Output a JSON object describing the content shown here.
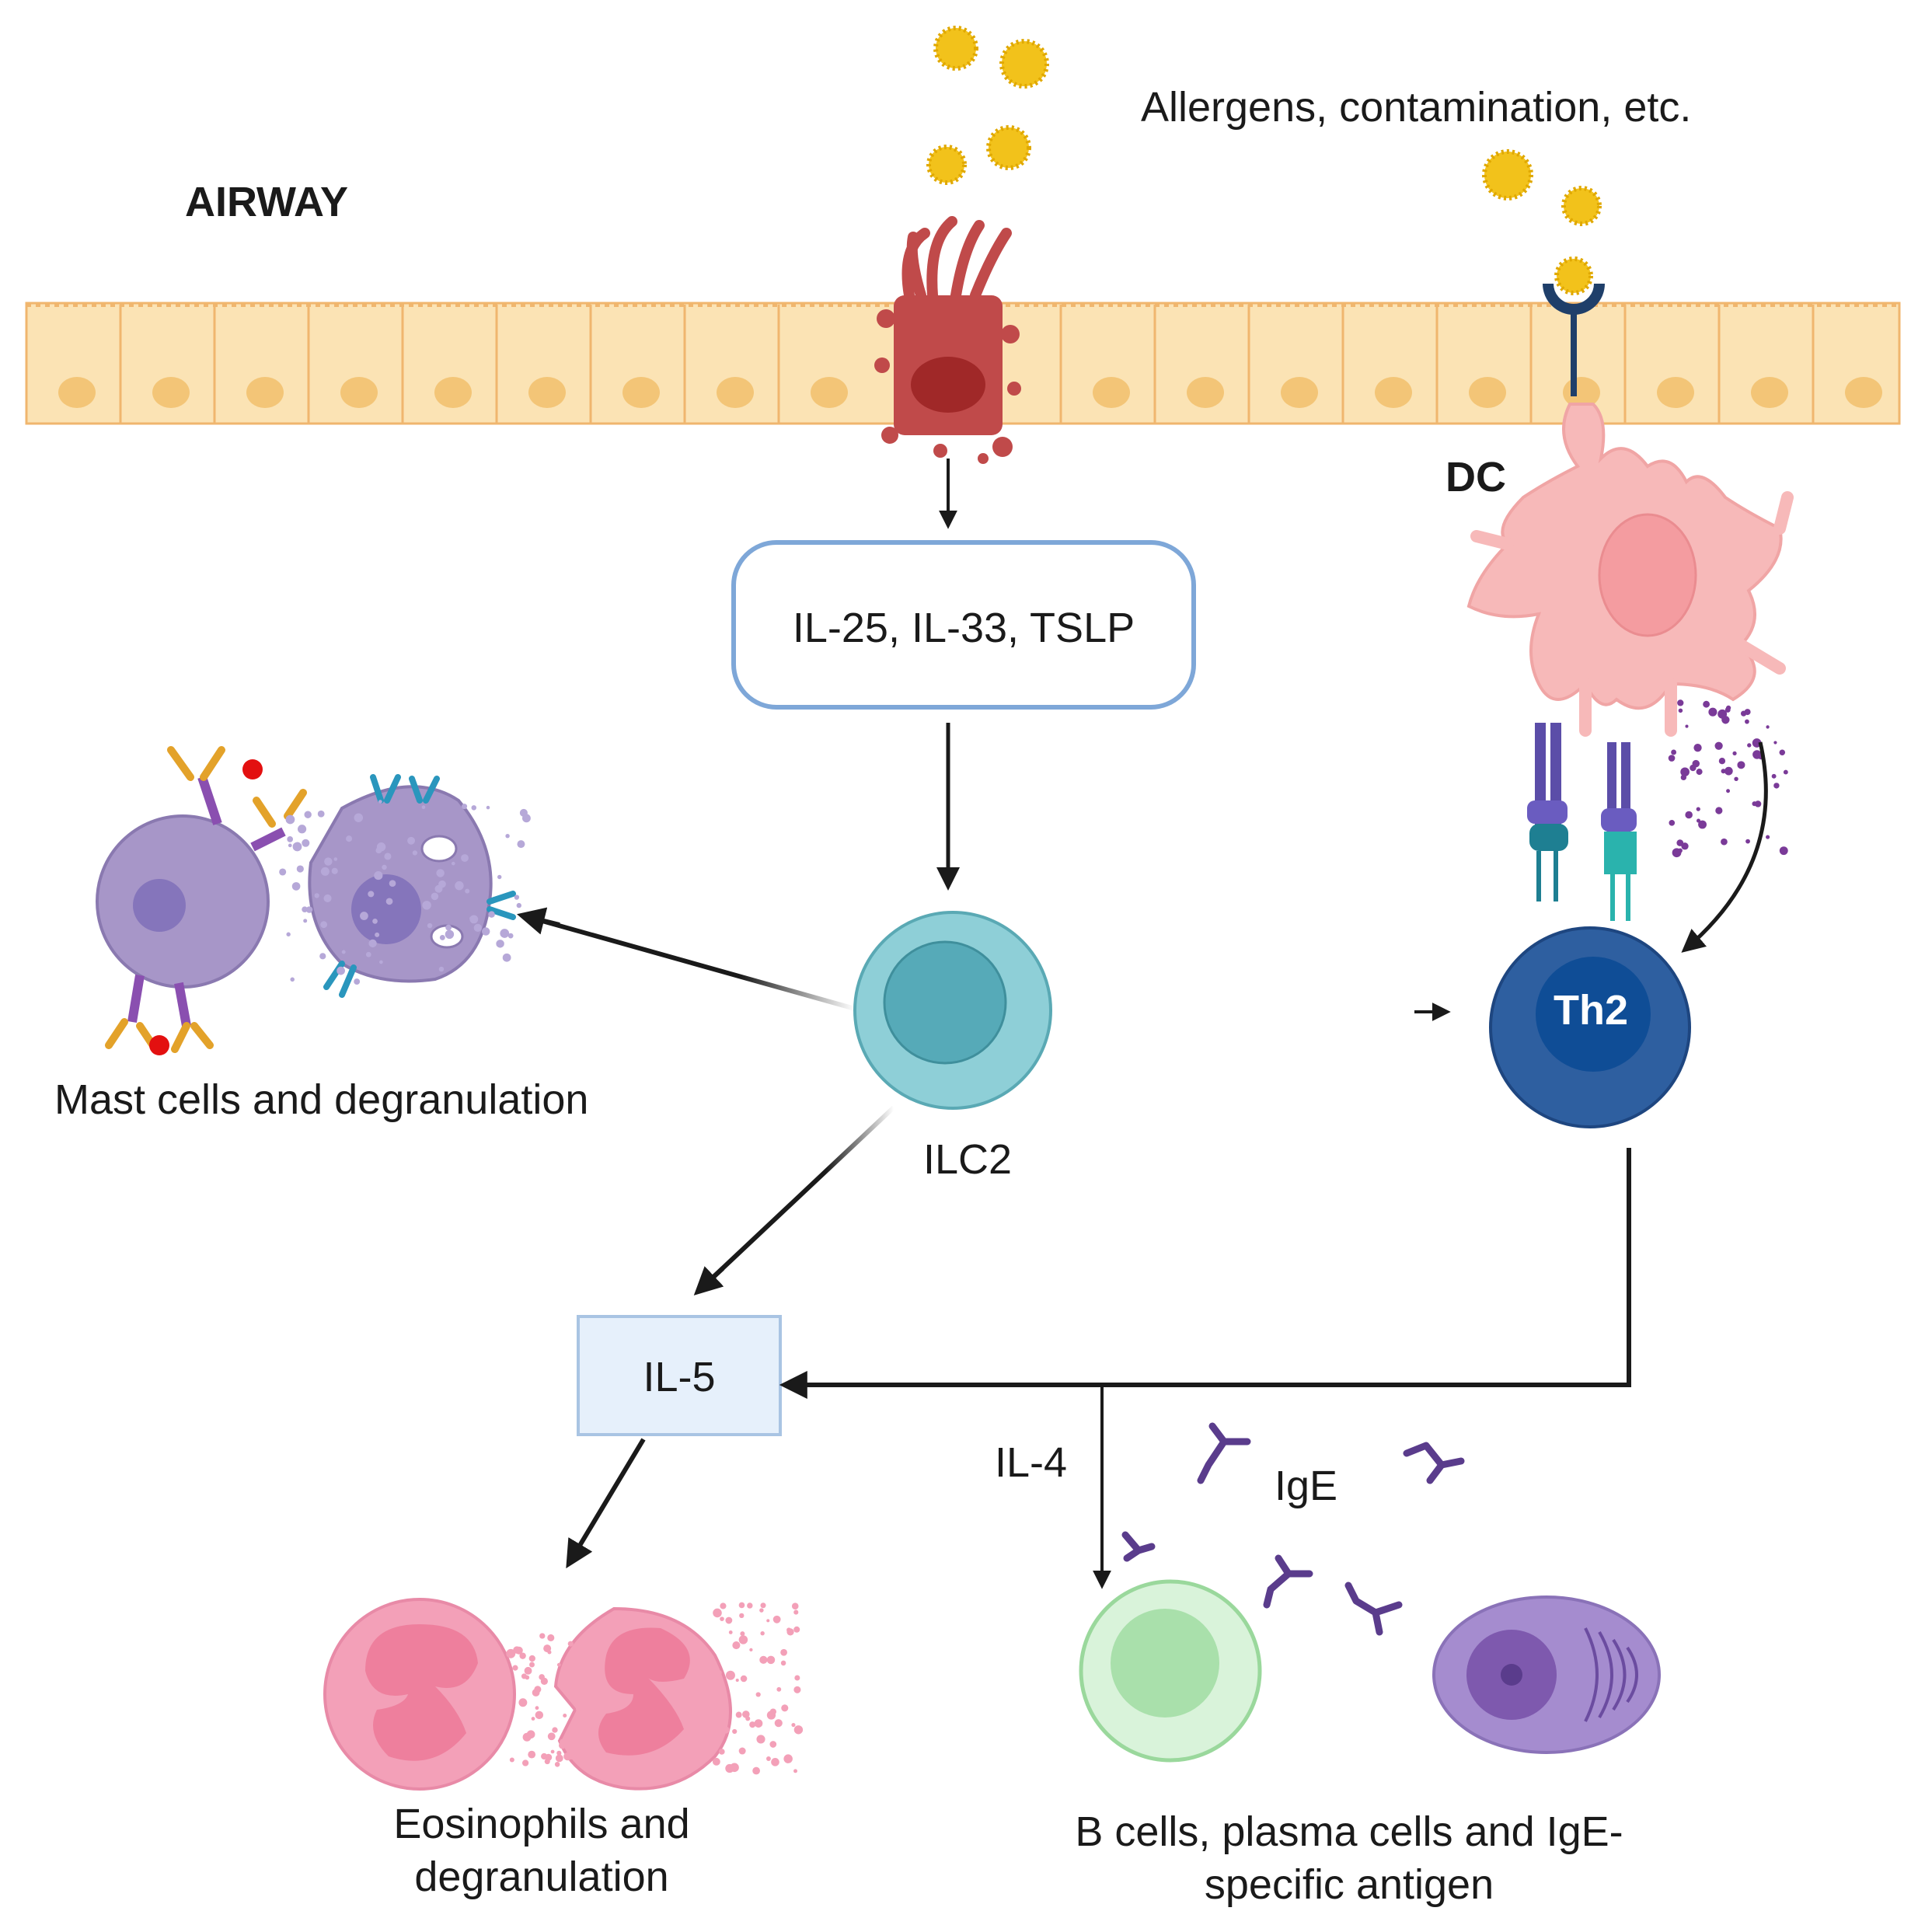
{
  "labels": {
    "airway": "AIRWAY",
    "allergens": "Allergens, contamination, etc.",
    "dc": "DC",
    "cytokines": "IL-25, IL-33, TSLP",
    "ilc2": "ILC2",
    "th2": "Th2",
    "mast": "Mast cells and degranulation",
    "il5": "IL-5",
    "il4": "IL-4",
    "ige": "IgE",
    "eos_line1": "Eosinophils and",
    "eos_line2": "degranulation",
    "bcell_line1": "B cells, plasma cells and IgE-",
    "bcell_line2": "specific antigen"
  },
  "colors": {
    "epithelium": "#fbe3b4",
    "epithelium_border": "#f0b66e",
    "damaged_cell": "#c04a4a",
    "allergen": "#f2c21b",
    "cytokine_box_border": "#7ea7d8",
    "il5_box_fill": "#e6f0fb",
    "ilc2": "#8ecfd7",
    "th2": "#2e5fa0",
    "dc": "#f7b9b9",
    "mast": "#a796c8",
    "eosinophil": "#f3a0b8",
    "bcell": "#bfeac0",
    "plasma": "#a58ccf",
    "ige": "#5a3c8c"
  },
  "icons": [
    "allergen-icon",
    "damaged-epithelial-cell-icon",
    "dendritic-cell-icon",
    "ilc2-cell-icon",
    "th2-cell-icon",
    "mast-cell-icon",
    "eosinophil-icon",
    "b-cell-icon",
    "plasma-cell-icon",
    "ige-antibody-icon"
  ]
}
